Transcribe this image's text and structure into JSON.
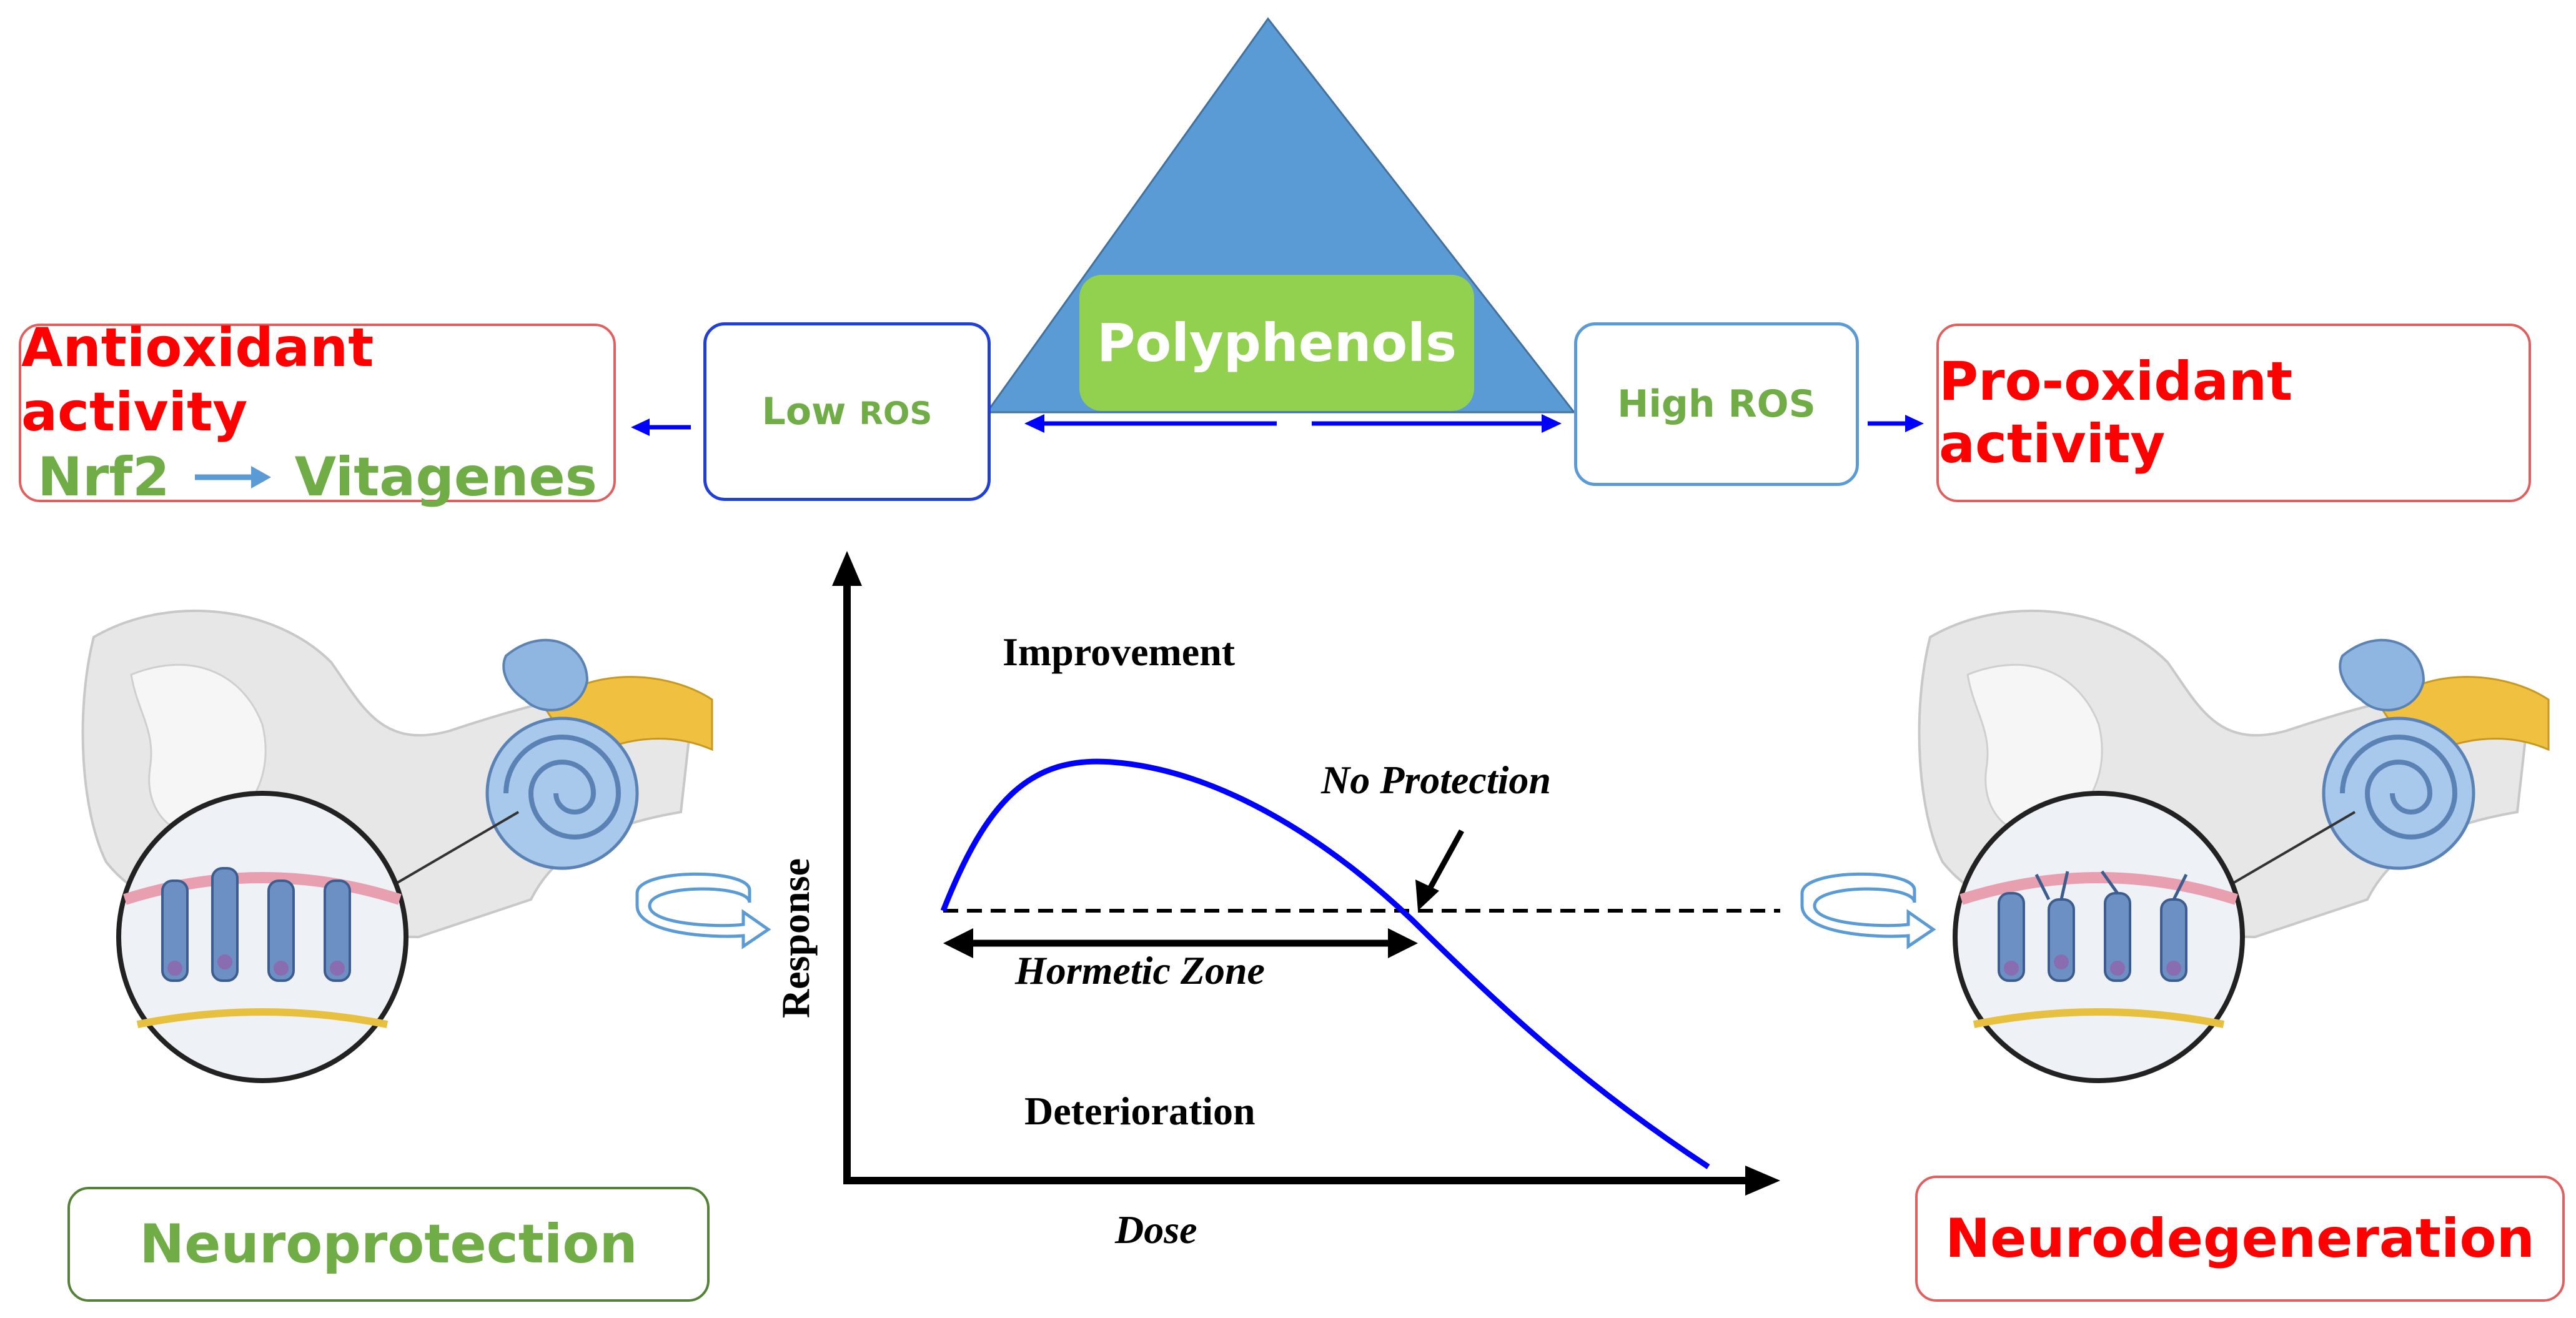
{
  "colors": {
    "triangle": "#5b9bd5",
    "polyphenols_box": "#92d050",
    "green_text": "#70ad47",
    "red_text": "#ff0000",
    "blue_arrow": "#0000ff",
    "curve": "#0000ff"
  },
  "triangle": {
    "label": "Polyphenols"
  },
  "low_ros": {
    "prefix": "Low ",
    "suffix": "ROS"
  },
  "high_ros": {
    "label": "High ROS"
  },
  "antioxidant": {
    "title": "Antioxidant activity",
    "from": "Nrf2",
    "to": "Vitagenes"
  },
  "prooxidant": {
    "title": "Pro-oxidant activity"
  },
  "outcomes": {
    "left": "Neuroprotection",
    "right": "Neurodegeneration"
  },
  "graph": {
    "y_axis_label": "Response",
    "x_axis_label": "Dose",
    "improvement": "Improvement",
    "deterioration": "Deterioration",
    "no_protection": "No Protection",
    "hormetic_zone": "Hormetic Zone"
  },
  "icons": {
    "left_illustration": "inner-ear-hair-cells-healthy",
    "right_illustration": "inner-ear-hair-cells-damaged",
    "cycle_arrow": "curved-arrow-icon"
  }
}
